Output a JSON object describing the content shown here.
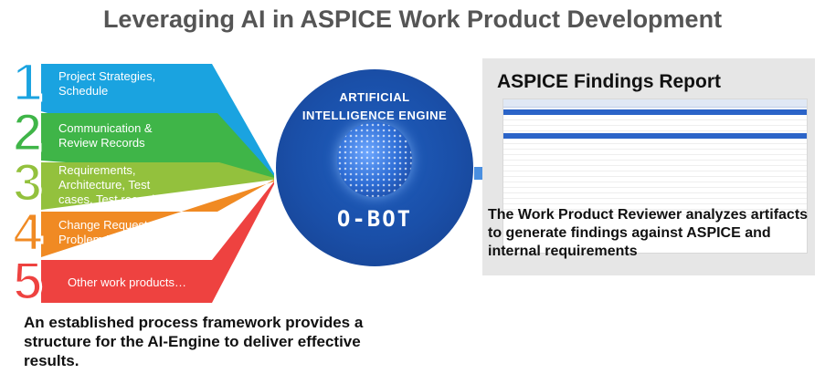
{
  "title": "Leveraging AI in ASPICE Work Product Development",
  "steps": [
    {
      "number": "1",
      "label": "Project Strategies, Schedule",
      "color": "#1aa3e0"
    },
    {
      "number": "2",
      "label": "Communication & Review Records",
      "color": "#3fb548"
    },
    {
      "number": "3",
      "label": "Requirements, Architecture, Test cases, Test records",
      "color": "#93c13d"
    },
    {
      "number": "4",
      "label": "Change Requests, Problem Records",
      "color": "#f08a23"
    },
    {
      "number": "5",
      "label": "Other work products…",
      "color": "#ee4240"
    }
  ],
  "framework_text": "An established process framework provides a structure for the AI-Engine to deliver effective results.",
  "engine": {
    "title_line1": "ARTIFICIAL",
    "title_line2": "INTELLIGENCE ENGINE",
    "name": "O-BOT"
  },
  "report": {
    "title": "ASPICE Findings Report",
    "description": "The Work Product Reviewer analyzes artifacts to generate findings against ASPICE and internal requirements"
  }
}
